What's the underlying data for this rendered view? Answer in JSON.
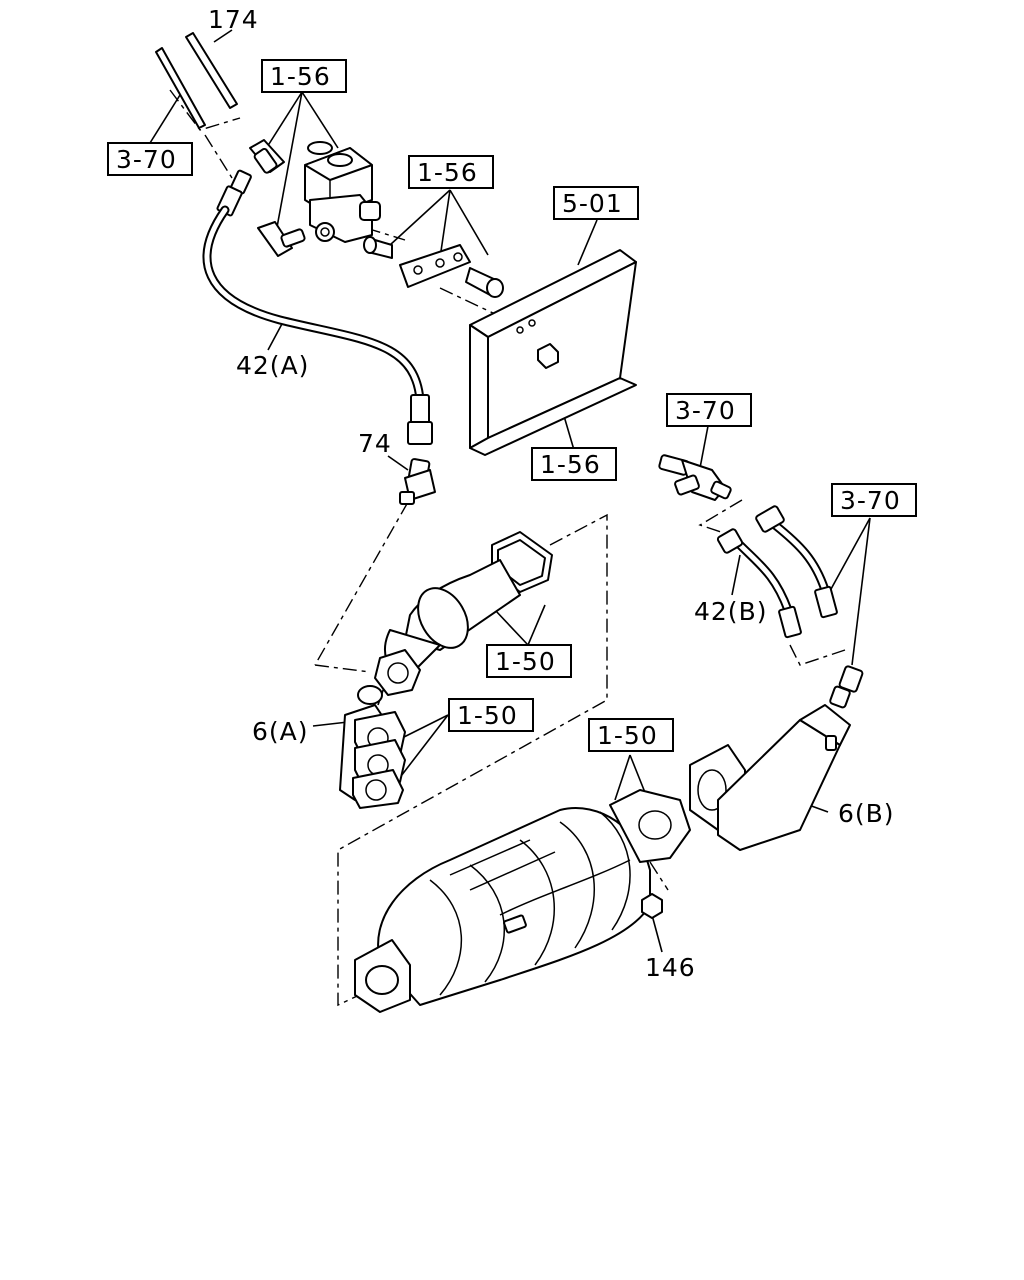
{
  "callouts": {
    "p174": "174",
    "ref_1_56_top": "1-56",
    "ref_3_70_top": "3-70",
    "ref_1_56_bracket": "1-56",
    "ref_5_01": "5-01",
    "p42a": "42(A)",
    "p74": "74",
    "ref_1_56_nut": "1-56",
    "ref_3_70_tee": "3-70",
    "ref_3_70_right": "3-70",
    "p42b": "42(B)",
    "ref_1_50_pipe": "1-50",
    "p6a": "6(A)",
    "ref_1_50_flange": "1-50",
    "ref_1_50_dpf": "1-50",
    "p6b": "6(B)",
    "p146": "146"
  }
}
